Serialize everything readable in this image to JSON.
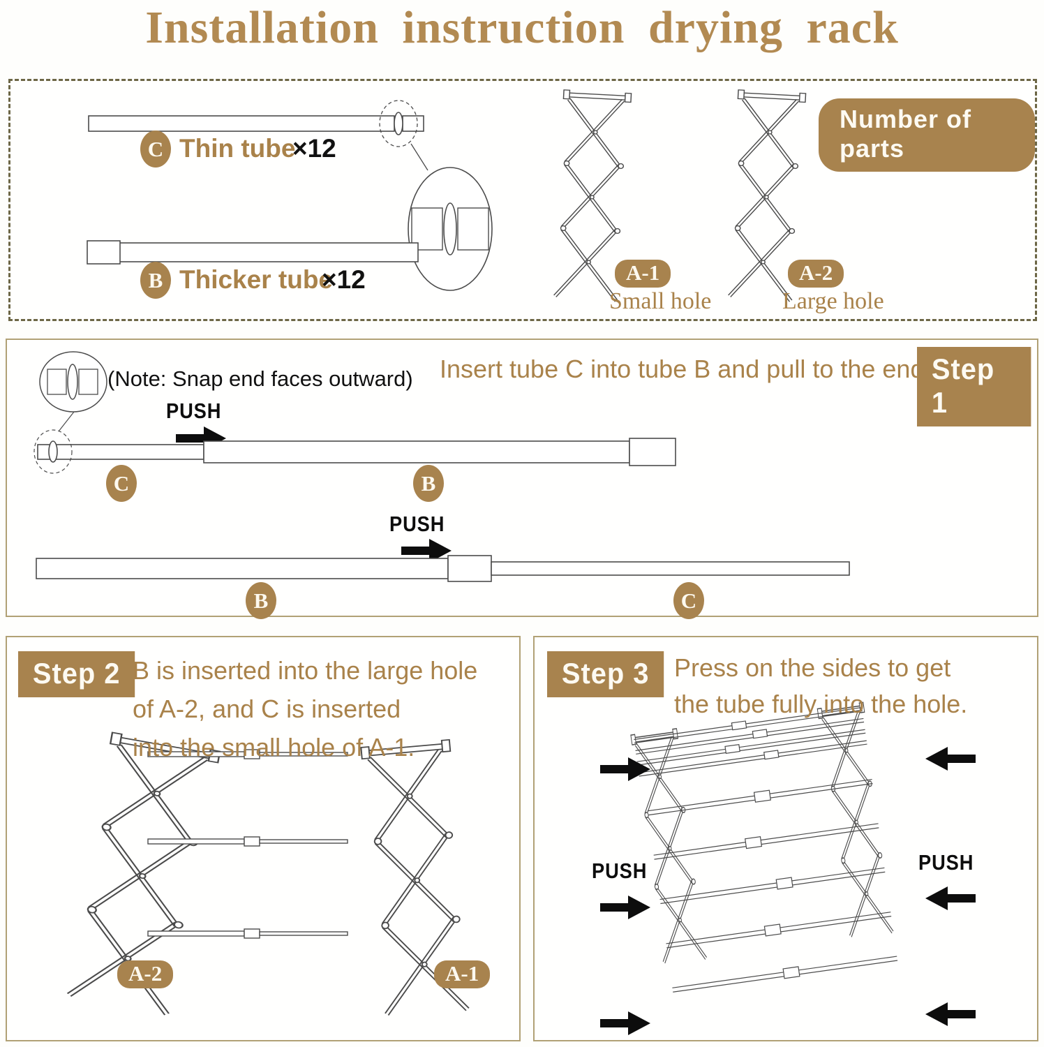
{
  "title": "Installation instruction drying rack",
  "colors": {
    "accent": "#a8834e",
    "text_brown": "#a9824a",
    "line": "#4b4b4b"
  },
  "parts": {
    "heading": "Number of parts",
    "thin_tube": {
      "badge": "C",
      "label": "Thin tube",
      "qty": "×12"
    },
    "thick_tube": {
      "badge": "B",
      "label": "Thicker tube",
      "qty": "×12"
    },
    "frame_a1": {
      "badge": "A-1",
      "label": "Small hole"
    },
    "frame_a2": {
      "badge": "A-2",
      "label": "Large hole"
    }
  },
  "step1": {
    "label": "Step 1",
    "instruction": "Insert tube C into tube B and pull to the end.",
    "note": "(Note: Snap end faces outward)",
    "push": "PUSH",
    "row1": {
      "left_badge": "C",
      "right_badge": "B"
    },
    "row2": {
      "left_badge": "B",
      "right_badge": "C"
    }
  },
  "step2": {
    "label": "Step 2",
    "instruction_lines": [
      "B is inserted into the large hole",
      "of A-2, and C is inserted",
      "into the small hole of A-1."
    ],
    "left_badge": "A-2",
    "right_badge": "A-1"
  },
  "step3": {
    "label": "Step 3",
    "instruction_lines": [
      "Press on the sides to get",
      "the tube fully into the hole."
    ],
    "push": "PUSH"
  }
}
